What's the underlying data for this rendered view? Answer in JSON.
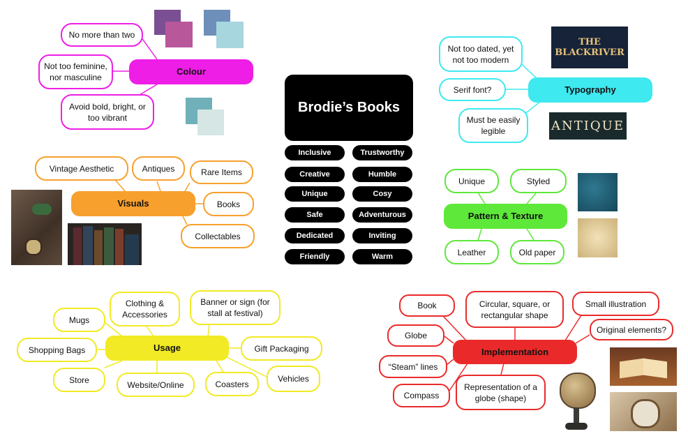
{
  "center": {
    "title": "Brodie’s Books",
    "values": [
      "Inclusive",
      "Trustworthy",
      "Creative",
      "Humble",
      "Unique",
      "Cosy",
      "Safe",
      "Adventurous",
      "Dedicated",
      "Inviting",
      "Friendly",
      "Warm"
    ]
  },
  "colour": {
    "label": "Colour",
    "items": [
      "No more than two",
      "Not too feminine,\nnor masculine",
      "Avoid bold, bright, or\ntoo vibrant"
    ],
    "colors": {
      "hub": "#ee1ee6",
      "swatch1": "#7a4f93",
      "swatch2": "#b9579b",
      "swatch3": "#6d8fba",
      "swatch4": "#a7d6df",
      "swatch5": "#6fb0b9",
      "swatch6": "#d5e6e4"
    }
  },
  "typography": {
    "label": "Typography",
    "items": [
      "Not too dated, yet\nnot too modern",
      "Serif font?",
      "Must be easily\nlegible"
    ],
    "samples": [
      "THE BLACKRIVER",
      "ANTIQUE"
    ],
    "colors": {
      "hub": "#3ee9ef"
    }
  },
  "visuals": {
    "label": "Visuals",
    "items": [
      "Vintage Aesthetic",
      "Antiques",
      "Rare Items",
      "Books",
      "Collectables"
    ],
    "colors": {
      "hub": "#f7a02d"
    }
  },
  "pattern": {
    "label": "Pattern & Texture",
    "items": [
      "Unique",
      "Styled",
      "Leather",
      "Old paper"
    ],
    "colors": {
      "hub": "#5ee83a"
    }
  },
  "usage": {
    "label": "Usage",
    "items": [
      "Mugs",
      "Clothing &\nAccessories",
      "Banner or sign (for\nstall at festival)",
      "Shopping Bags",
      "Gift Packaging",
      "Store",
      "Website/Online",
      "Coasters",
      "Vehicles"
    ],
    "colors": {
      "hub": "#f1ea24"
    }
  },
  "implementation": {
    "label": "Implementation",
    "items": [
      "Book",
      "Circular, square, or\nrectangular shape",
      "Small illustration",
      "Original elements?",
      "Globe",
      "“Steam” lines",
      "Compass",
      "Representation of a\nglobe (shape)"
    ],
    "colors": {
      "hub": "#ea2a2a"
    }
  }
}
